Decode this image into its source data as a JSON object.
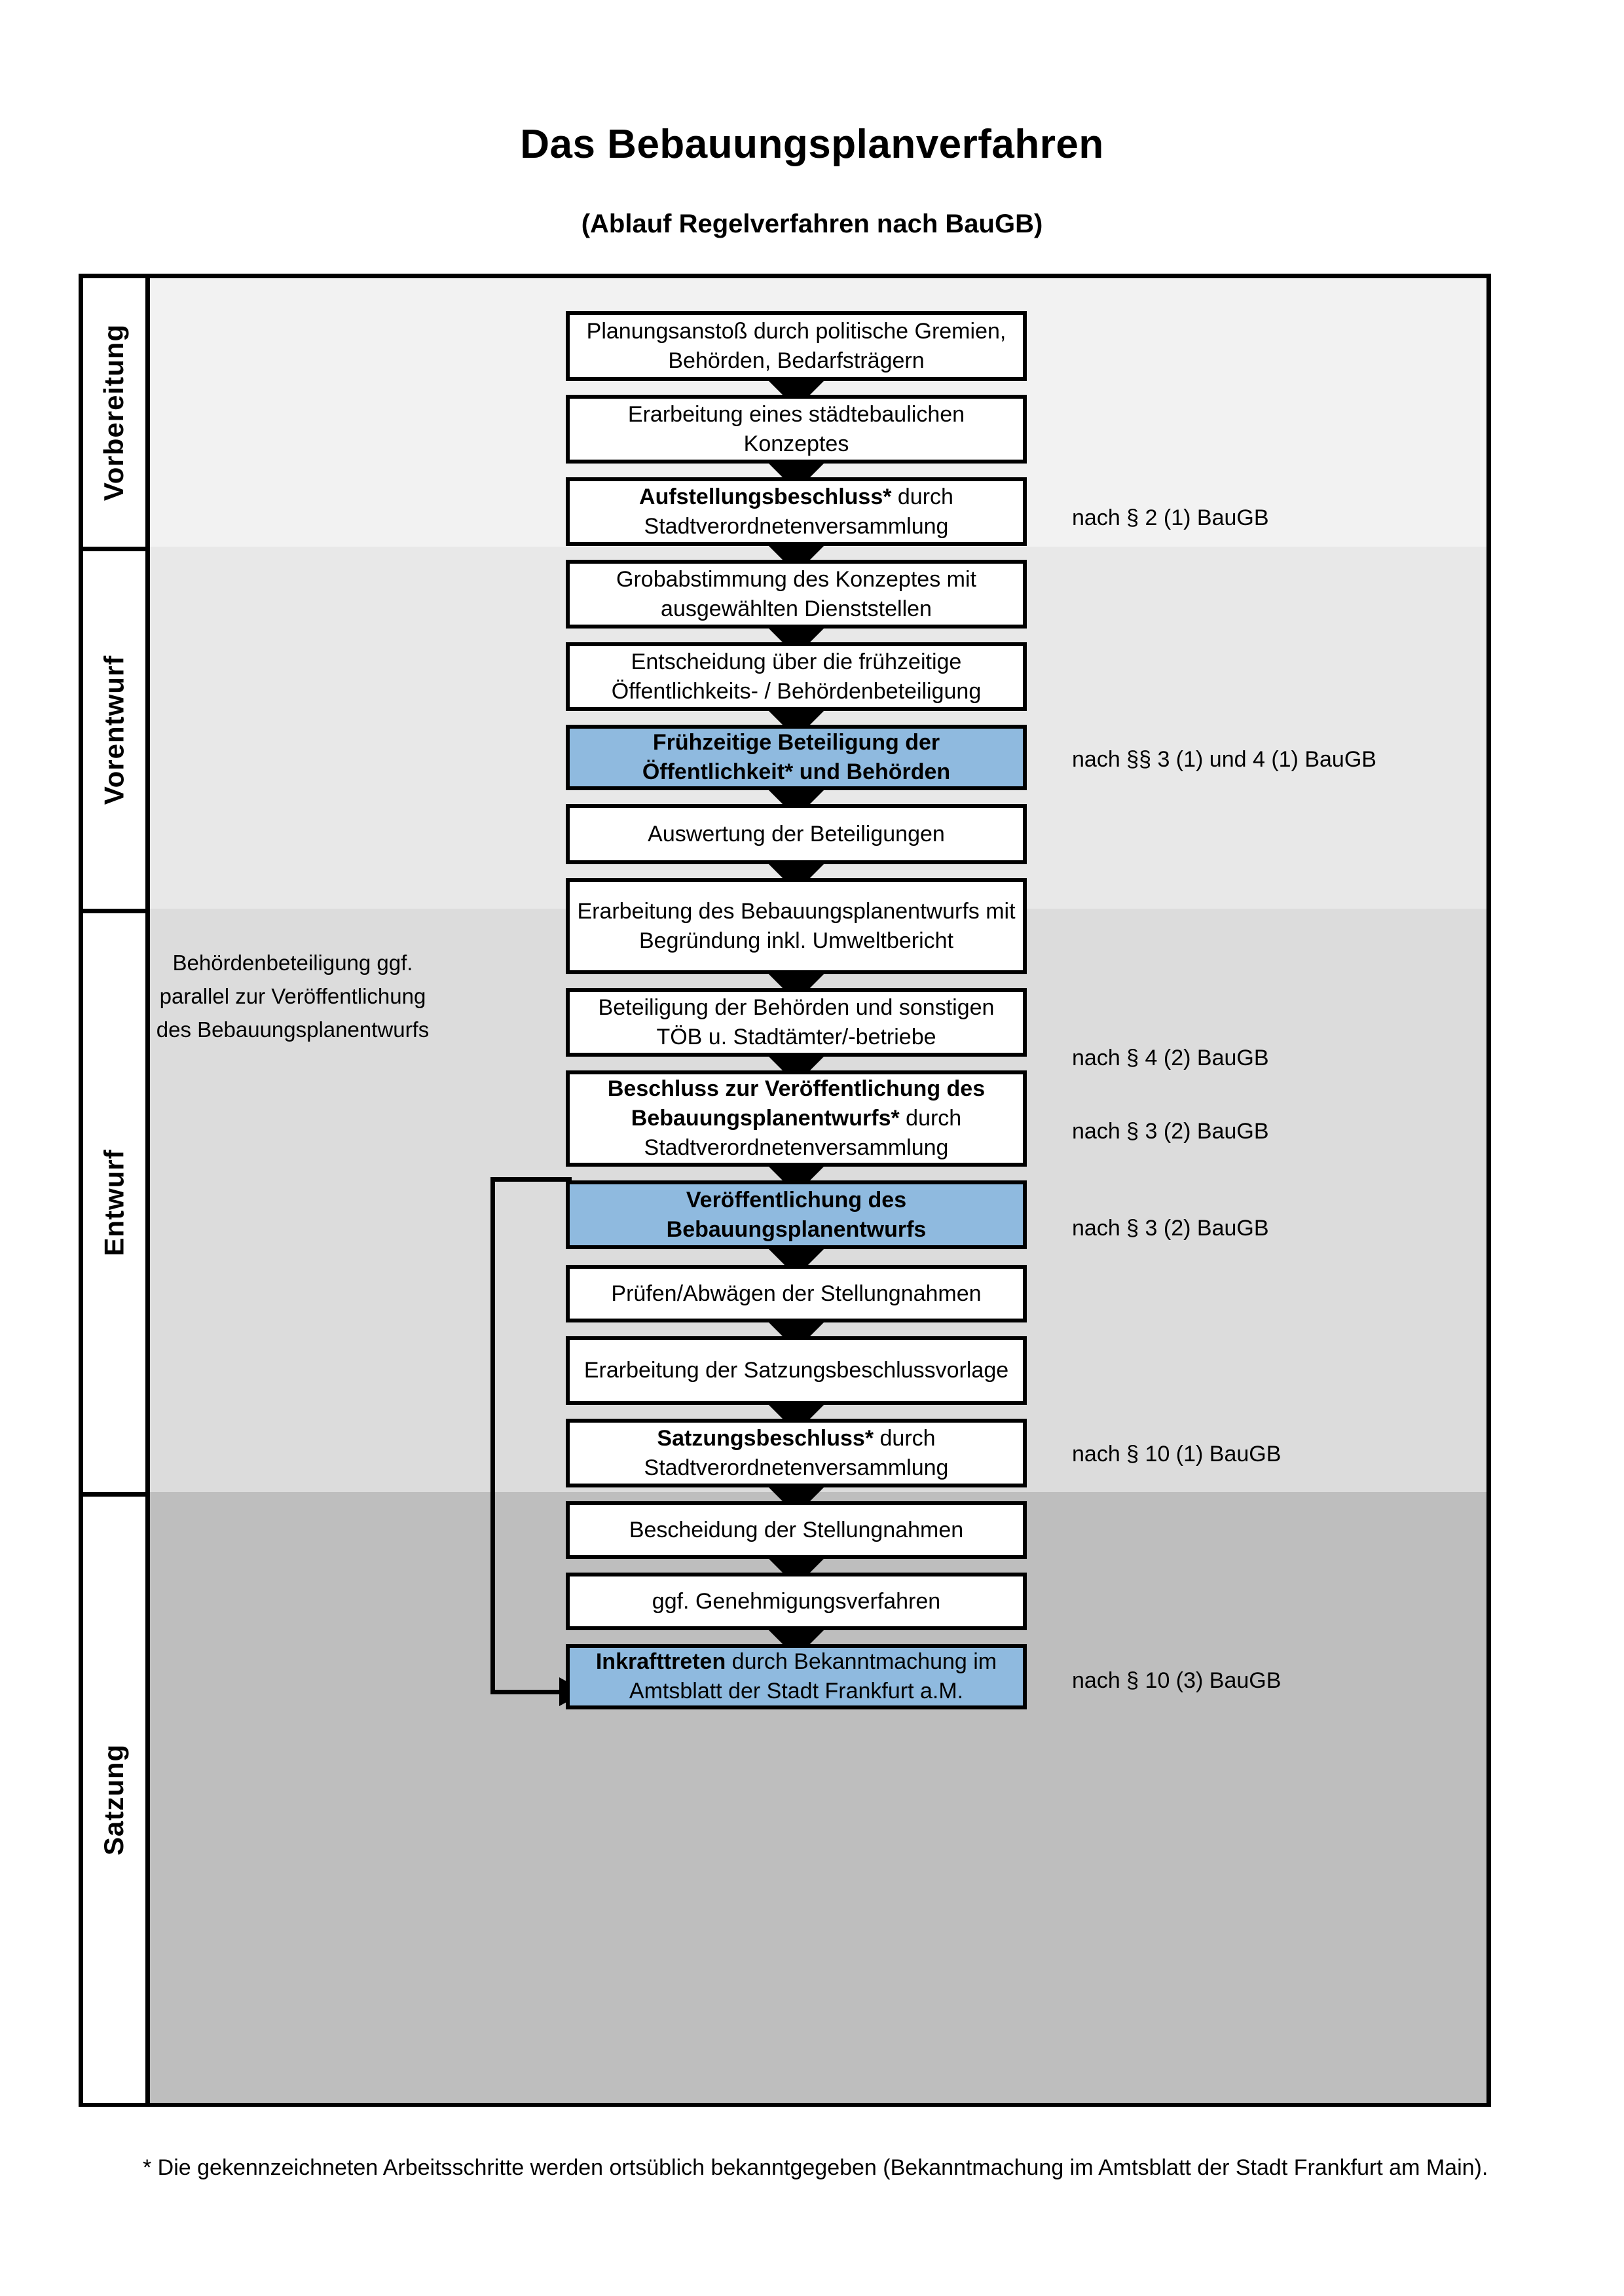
{
  "document": {
    "title": "Das Bebauungsplanverfahren",
    "subtitle": "(Ablauf Regelverfahren nach BauGB)",
    "footnote": "* Die gekennzeichneten Arbeitsschritte werden ortsüblich bekanntgegeben (Bekanntmachung im Amtsblatt  der Stadt Frankfurt am Main)."
  },
  "colors": {
    "highlight_box": "#8FBADF",
    "band_vorbereitung": "#F2F2F2",
    "band_vorentwurf": "#E8E8E8",
    "band_entwurf": "#DCDCDC",
    "band_satzung": "#BEBEBE",
    "frame": "#000000"
  },
  "phases": [
    {
      "label": "Vorbereitung"
    },
    {
      "label": "Vorentwurf"
    },
    {
      "label": "Entwurf"
    },
    {
      "label": "Satzung"
    }
  ],
  "steps": [
    {
      "id": "planungsanstoss",
      "text": "Planungsanstoß durch politische Gremien, Behörden, Bedarfsträgern",
      "bold_prefix": "",
      "highlight": false,
      "phase": "Vorbereitung"
    },
    {
      "id": "staedtebaul-konzept",
      "text": "Erarbeitung eines städtebaulichen Konzeptes",
      "bold_prefix": "",
      "highlight": false,
      "phase": "Vorbereitung"
    },
    {
      "id": "aufstellungsbeschluss",
      "text": " durch Stadtverordnetenversammlung",
      "bold_prefix": "Aufstellungsbeschluss*",
      "highlight": false,
      "phase": "Vorbereitung"
    },
    {
      "id": "grobabstimmung",
      "text": "Grobabstimmung des Konzeptes mit ausgewählten Dienststellen",
      "bold_prefix": "",
      "highlight": false,
      "phase": "Vorentwurf"
    },
    {
      "id": "entscheidung-fruehzeitig",
      "text": "Entscheidung über die frühzeitige Öffentlichkeits- / Behördenbeteiligung",
      "bold_prefix": "",
      "highlight": false,
      "phase": "Vorentwurf"
    },
    {
      "id": "fruehzeitige-beteiligung",
      "text": "",
      "bold_prefix": "Frühzeitige Beteiligung der Öffentlichkeit* und Behörden",
      "highlight": true,
      "phase": "Vorentwurf"
    },
    {
      "id": "auswertung-beteiligungen",
      "text": "Auswertung der Beteiligungen",
      "bold_prefix": "",
      "highlight": false,
      "phase": "Entwurf"
    },
    {
      "id": "erarbeitung-entwurf",
      "text": "Erarbeitung des Bebauungsplanentwurfs mit Begründung inkl. Umweltbericht",
      "bold_prefix": "",
      "highlight": false,
      "phase": "Entwurf"
    },
    {
      "id": "beteiligung-behoerden",
      "text": "Beteiligung der Behörden und sonstigen TÖB u. Stadtämter/-betriebe",
      "bold_prefix": "",
      "highlight": false,
      "phase": "Entwurf"
    },
    {
      "id": "beschluss-veroeffentlichung",
      "text": " durch Stadtverordnetenversammlung",
      "bold_prefix": "Beschluss zur Veröffentlichung des Bebauungsplanentwurfs*",
      "highlight": false,
      "phase": "Entwurf"
    },
    {
      "id": "veroeffentlichung-entwurf",
      "text": "",
      "bold_prefix": "Veröffentlichung des Bebauungsplanentwurfs",
      "highlight": true,
      "phase": "Entwurf"
    },
    {
      "id": "pruefen-abwaegen",
      "text": "Prüfen/Abwägen der Stellungnahmen",
      "bold_prefix": "",
      "highlight": false,
      "phase": "Satzung"
    },
    {
      "id": "erarbeitung-satzungsvorlage",
      "text": "Erarbeitung der Satzungsbeschlussvorlage",
      "bold_prefix": "",
      "highlight": false,
      "phase": "Satzung"
    },
    {
      "id": "satzungsbeschluss",
      "text": " durch Stadtverordnetenversammlung",
      "bold_prefix": "Satzungsbeschluss*",
      "highlight": false,
      "phase": "Satzung"
    },
    {
      "id": "bescheidung-stellungnahmen",
      "text": "Bescheidung der Stellungnahmen",
      "bold_prefix": "",
      "highlight": false,
      "phase": "Satzung"
    },
    {
      "id": "genehmigungsverfahren",
      "text": "ggf. Genehmigungsverfahren",
      "bold_prefix": "",
      "highlight": false,
      "phase": "Satzung"
    },
    {
      "id": "inkrafttreten",
      "text": " durch Bekanntmachung im Amtsblatt der Stadt Frankfurt a.M.",
      "bold_prefix": "Inkrafttreten",
      "highlight": true,
      "phase": "Satzung"
    }
  ],
  "legal_references": [
    {
      "id": "ref-aufstellungsbeschluss",
      "text": "nach § 2 (1) BauGB"
    },
    {
      "id": "ref-fruehzeitige-beteiligung",
      "text": "nach §§ 3 (1) und 4 (1) BauGB"
    },
    {
      "id": "ref-behoerdenbeteiligung",
      "text": "nach § 4 (2) BauGB"
    },
    {
      "id": "ref-beschluss-veroeffentlichung",
      "text": "nach § 3 (2) BauGB"
    },
    {
      "id": "ref-veroeffentlichung",
      "text": "nach § 3 (2) BauGB"
    },
    {
      "id": "ref-satzungsbeschluss",
      "text": "nach § 10 (1) BauGB"
    },
    {
      "id": "ref-inkrafttreten",
      "text": "nach § 10 (3) BauGB"
    }
  ],
  "side_note": {
    "text": "Behördenbeteiligung ggf. parallel zur Veröffentlichung des Bebauungsplanentwurfs"
  }
}
